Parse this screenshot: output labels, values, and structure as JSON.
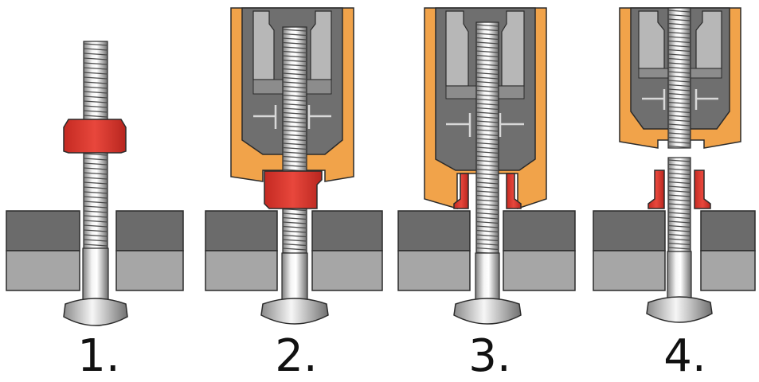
{
  "steps": [
    {
      "label": "1."
    },
    {
      "label": "2."
    },
    {
      "label": "3."
    },
    {
      "label": "4."
    }
  ],
  "colors": {
    "collar": "#e23b32",
    "tool_housing": "#f1a34a",
    "tool_inner": "#6f6f6f",
    "plate_top": "#6b6b6b",
    "plate_bottom": "#a6a6a6",
    "pin_steel": "#cfcfcf",
    "outline": "#2b2b2b"
  }
}
